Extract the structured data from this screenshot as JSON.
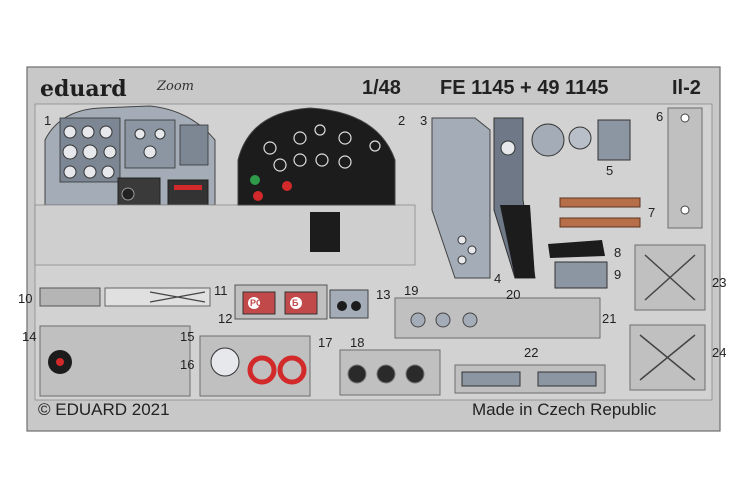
{
  "header": {
    "brand": "eduard",
    "sub_brand": "Zoom",
    "scale": "1/48",
    "code": "FE 1145 + 49 1145",
    "model": "Il-2"
  },
  "footer": {
    "copyright": "© EDUARD 2021",
    "origin": "Made in Czech Republic"
  },
  "part_numbers": [
    "1",
    "2",
    "3",
    "4",
    "5",
    "6",
    "7",
    "8",
    "9",
    "10",
    "11",
    "12",
    "13",
    "14",
    "15",
    "16",
    "17",
    "18",
    "19",
    "20",
    "21",
    "22",
    "23",
    "24"
  ],
  "panel_markings": {
    "placard_left": "PO",
    "placard_right": "Б"
  },
  "colors": {
    "fret": "#c8c8c8",
    "outline": "#6e6e6e",
    "dark_panel": "#1c1c1c",
    "red_gauge": "#d22a2a",
    "tan_belt": "#b66f48",
    "green_gauge": "#2e9a4a"
  }
}
